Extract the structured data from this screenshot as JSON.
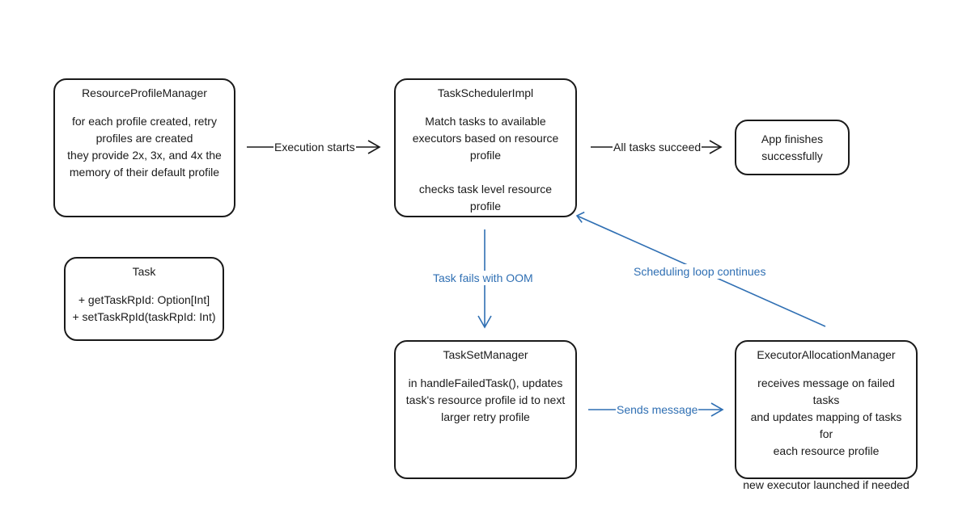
{
  "nodes": {
    "resource_profile_manager": {
      "title": "ResourceProfileManager",
      "lines": [
        "for each profile created, retry",
        "profiles are created",
        "they provide 2x, 3x, and 4x the",
        "memory of their default profile"
      ]
    },
    "task_scheduler_impl": {
      "title": "TaskSchedulerImpl",
      "lines": [
        "Match tasks to available",
        "executors based on resource",
        "profile"
      ],
      "note": "checks task level resource profile"
    },
    "app_finishes": {
      "lines": [
        "App finishes",
        "successfully"
      ]
    },
    "task": {
      "title": "Task",
      "lines": [
        "+ getTaskRpId: Option[Int]",
        "+ setTaskRpId(taskRpId: Int)"
      ]
    },
    "task_set_manager": {
      "title": "TaskSetManager",
      "lines": [
        "in handleFailedTask(), updates",
        "task's resource profile id to next",
        "larger retry profile"
      ]
    },
    "executor_allocation_manager": {
      "title": "ExecutorAllocationManager",
      "lines": [
        "receives message on failed tasks",
        "and updates mapping of tasks for",
        "each resource profile"
      ],
      "note": "new executor launched if needed"
    }
  },
  "edges": {
    "execution_starts": "Execution starts",
    "all_tasks_succeed": "All tasks succeed",
    "task_fails_with_oom": "Task fails with OOM",
    "sends_message": "Sends message",
    "scheduling_loop_continues": "Scheduling loop continues"
  },
  "colors": {
    "ink": "#1a1a1a",
    "accent_blue": "#2f6fb3"
  }
}
